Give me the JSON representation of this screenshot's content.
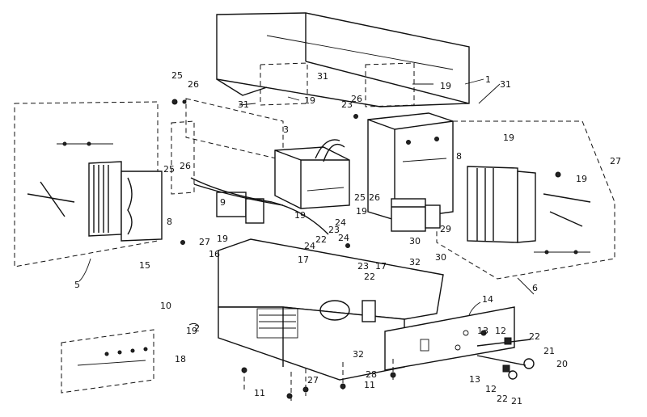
{
  "callouts": [
    {
      "id": "c1",
      "text": "1"
    },
    {
      "id": "c2",
      "text": "2"
    },
    {
      "id": "c3",
      "text": "3"
    },
    {
      "id": "c5",
      "text": "5"
    },
    {
      "id": "c6",
      "text": "6"
    },
    {
      "id": "c8a",
      "text": "8"
    },
    {
      "id": "c8b",
      "text": "8"
    },
    {
      "id": "c9",
      "text": "9"
    },
    {
      "id": "c10",
      "text": "10"
    },
    {
      "id": "c11a",
      "text": "11"
    },
    {
      "id": "c11b",
      "text": "11"
    },
    {
      "id": "c12a",
      "text": "12"
    },
    {
      "id": "c12b",
      "text": "12"
    },
    {
      "id": "c13a",
      "text": "13"
    },
    {
      "id": "c13b",
      "text": "13"
    },
    {
      "id": "c14",
      "text": "14"
    },
    {
      "id": "c15",
      "text": "15"
    },
    {
      "id": "c16",
      "text": "16"
    },
    {
      "id": "c17a",
      "text": "17"
    },
    {
      "id": "c17b",
      "text": "17"
    },
    {
      "id": "c18",
      "text": "18"
    },
    {
      "id": "c19a",
      "text": "19"
    },
    {
      "id": "c19b",
      "text": "19"
    },
    {
      "id": "c19c",
      "text": "19"
    },
    {
      "id": "c19d",
      "text": "19"
    },
    {
      "id": "c19e",
      "text": "19"
    },
    {
      "id": "c19f",
      "text": "19"
    },
    {
      "id": "c19g",
      "text": "19"
    },
    {
      "id": "c19h",
      "text": "19"
    },
    {
      "id": "c20",
      "text": "20"
    },
    {
      "id": "c21a",
      "text": "21"
    },
    {
      "id": "c21b",
      "text": "21"
    },
    {
      "id": "c22a",
      "text": "22"
    },
    {
      "id": "c22b",
      "text": "22"
    },
    {
      "id": "c22c",
      "text": "22"
    },
    {
      "id": "c22d",
      "text": "22"
    },
    {
      "id": "c23a",
      "text": "23"
    },
    {
      "id": "c23b",
      "text": "23"
    },
    {
      "id": "c23c",
      "text": "23"
    },
    {
      "id": "c24a",
      "text": "24"
    },
    {
      "id": "c24b",
      "text": "24"
    },
    {
      "id": "c24c",
      "text": "24"
    },
    {
      "id": "c25a",
      "text": "25"
    },
    {
      "id": "c25b",
      "text": "25"
    },
    {
      "id": "c25c",
      "text": "25"
    },
    {
      "id": "c26a",
      "text": "26"
    },
    {
      "id": "c26b",
      "text": "26"
    },
    {
      "id": "c26c",
      "text": "26"
    },
    {
      "id": "c26d",
      "text": "26"
    },
    {
      "id": "c27a",
      "text": "27"
    },
    {
      "id": "c27b",
      "text": "27"
    },
    {
      "id": "c27c",
      "text": "27"
    },
    {
      "id": "c28",
      "text": "28"
    },
    {
      "id": "c29",
      "text": "29"
    },
    {
      "id": "c30a",
      "text": "30"
    },
    {
      "id": "c30b",
      "text": "30"
    },
    {
      "id": "c31a",
      "text": "31"
    },
    {
      "id": "c31b",
      "text": "31"
    },
    {
      "id": "c31c",
      "text": "31"
    },
    {
      "id": "c32a",
      "text": "32"
    },
    {
      "id": "c32b",
      "text": "32"
    }
  ]
}
